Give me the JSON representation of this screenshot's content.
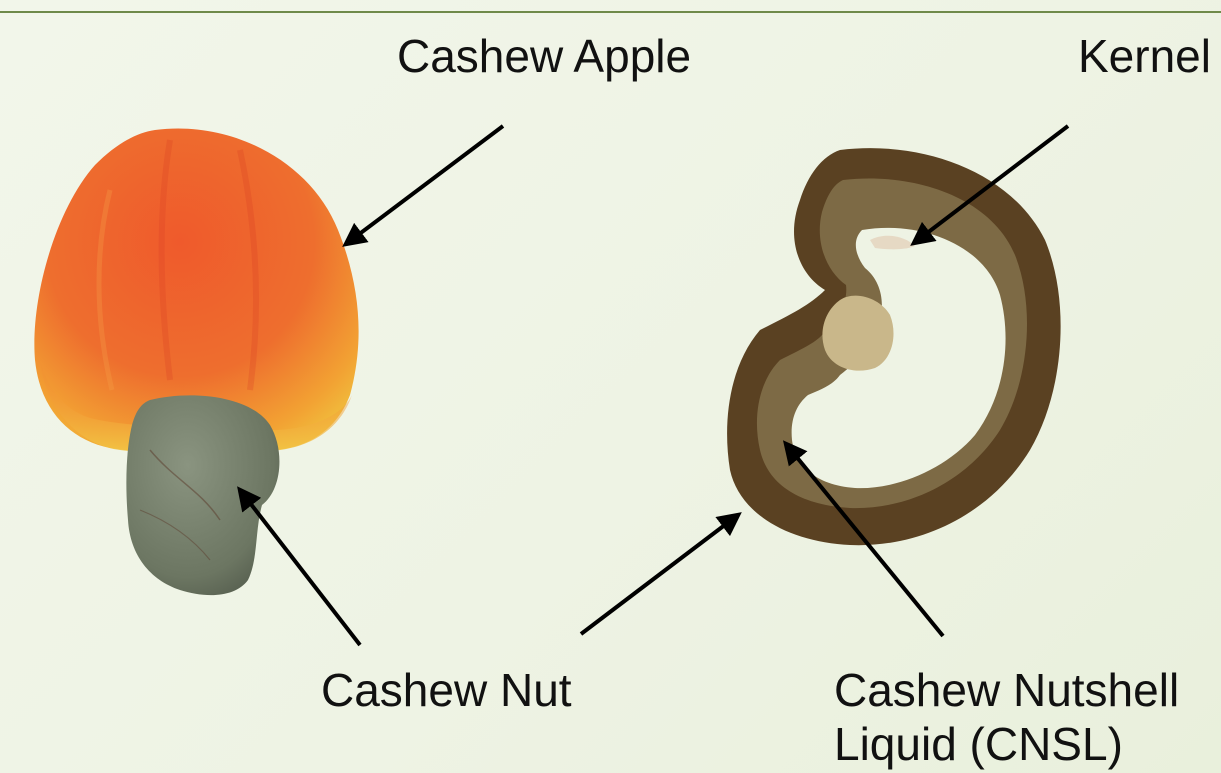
{
  "labels": {
    "cashew_apple": "Cashew Apple",
    "kernel": "Kernel",
    "cashew_nut": "Cashew Nut",
    "cnsl_line1": "Cashew Nutshell",
    "cnsl_line2": "Liquid (CNSL)"
  },
  "colors": {
    "arrow": "#000000",
    "rule": "#6f8a4a",
    "apple_red": "#e8432a",
    "apple_yellow": "#f3c43a",
    "nut_grey": "#707a66",
    "shell_brown": "#5a4122"
  }
}
